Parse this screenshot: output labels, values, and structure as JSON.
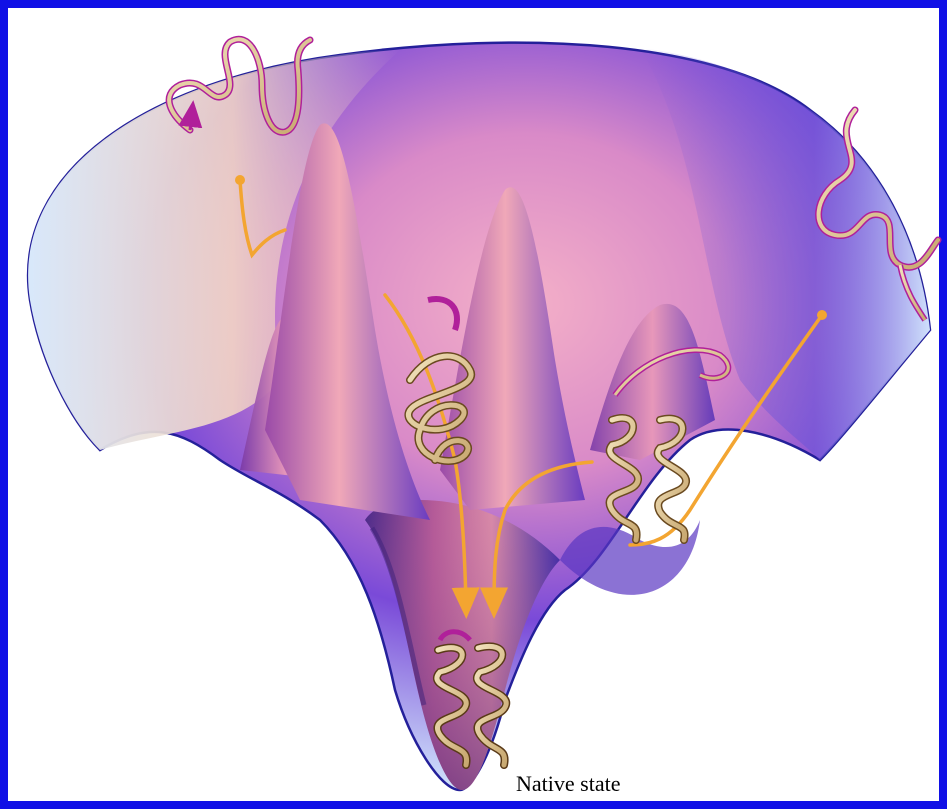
{
  "labels": {
    "native_state": "Native state"
  },
  "colors": {
    "frame_border": "#1010e6",
    "funnel_light": "#cfe2fb",
    "funnel_pink": "#f0a6c4",
    "funnel_purple": "#6a3fd0",
    "funnel_deep": "#4a2fb8",
    "pathway_arrow": "#f3a531",
    "ribbon_tan": "#e8d2a4",
    "ribbon_magenta": "#b0209a"
  },
  "icons": {
    "unfolded_chain_left": "unfolded-protein-ribbon",
    "unfolded_chain_right": "unfolded-protein-ribbon",
    "intermediate_center": "partially-folded-helix-ribbon",
    "intermediate_right": "partially-folded-helix-ribbon",
    "native_structure": "folded-helix-bundle-ribbon"
  }
}
